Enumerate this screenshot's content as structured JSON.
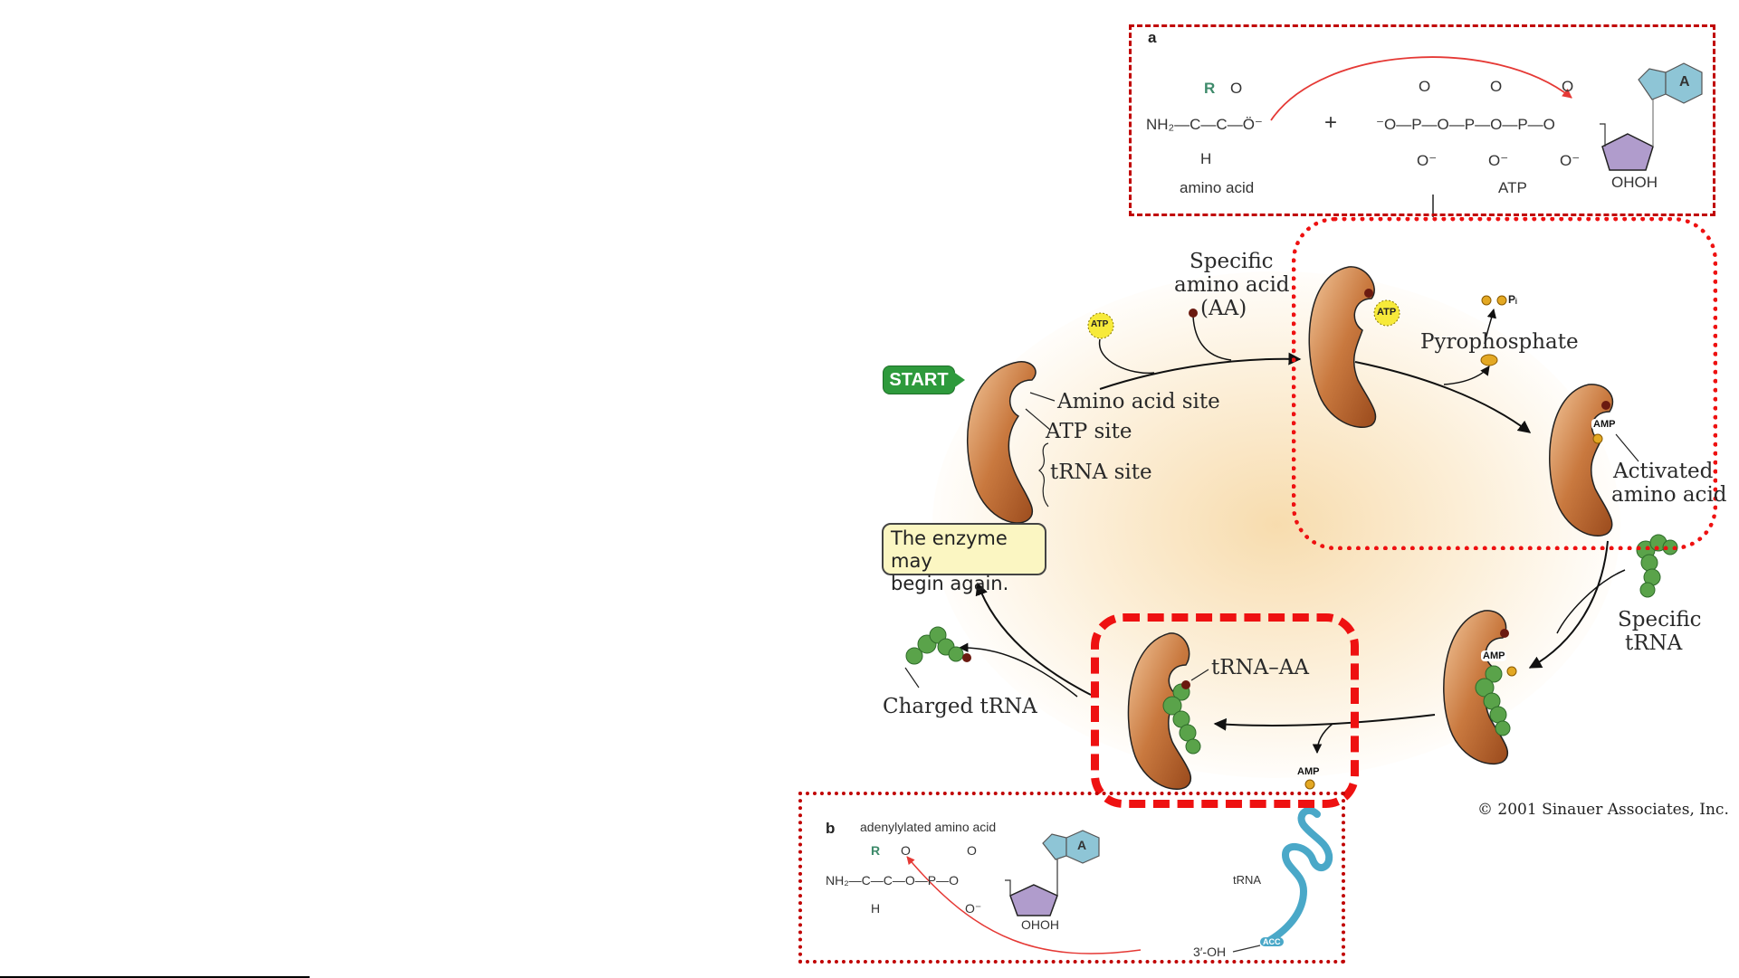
{
  "slide": {
    "title": "Aminoacyl-tRNA synthetase cycle",
    "copyright": "© 2001 Sinauer Associates, Inc."
  },
  "cycle": {
    "start_label": "START",
    "enzyme_sites": {
      "amino_acid_site": "Amino acid site",
      "atp_site": "ATP site",
      "trna_site": "tRNA site"
    },
    "restart_note_line1": "The enzyme may",
    "restart_note_line2": "begin again.",
    "inputs": {
      "atp_badge": "ATP",
      "specific_aa_line1": "Specific",
      "specific_aa_line2": "amino acid",
      "specific_aa_line3": "(AA)",
      "specific_trna_line1": "Specific",
      "specific_trna_line2": "tRNA"
    },
    "steps": {
      "bound_atp_badge": "ATP",
      "pyrophosphate": "Pyrophosphate",
      "pi_label": "Pᵢ",
      "amp_badge": "AMP",
      "activated_line1": "Activated",
      "activated_line2": "amino acid",
      "amp_badge_2": "AMP",
      "trna_aa": "tRNA–AA",
      "released_amp": "AMP",
      "charged_trna": "Charged tRNA"
    }
  },
  "panel_a": {
    "letter": "a",
    "amino_acid": {
      "r_group": "R",
      "formula_main": "NH₂—C—C—Ö⁻",
      "carbonyl_o": "O",
      "h": "H",
      "caption": "amino acid"
    },
    "plus": "+",
    "atp": {
      "chain": "⁻O—P—O—P—O—P—O",
      "top_o": [
        "O",
        "O",
        "O"
      ],
      "bottom_o": [
        "O⁻",
        "O⁻",
        "O⁻"
      ],
      "base_label": "A",
      "sugar_oh": "OHOH",
      "caption": "ATP"
    },
    "colors": {
      "arrow": "#e53935",
      "r_group": "#3d8a6a",
      "adenine": "#8ec5d6",
      "ribose": "#b09ccc"
    }
  },
  "panel_b": {
    "letter": "b",
    "title": "adenylylated amino acid",
    "molecule": {
      "r_group": "R",
      "formula_main": "NH₂—C—C—O—P—O",
      "top_o": [
        "O",
        "O"
      ],
      "h": "H",
      "phosphate_o_minus": "O⁻",
      "base_label": "A",
      "sugar_oh": "OHOH"
    },
    "trna_label": "tRNA",
    "trna_end": "3′-OH",
    "acc_label": "ACC",
    "colors": {
      "trna": "#4aa8c8",
      "arrow": "#e53935"
    }
  },
  "highlight_colors": {
    "dashed_box": "#c00000",
    "dotted_box": "#ee1111"
  }
}
